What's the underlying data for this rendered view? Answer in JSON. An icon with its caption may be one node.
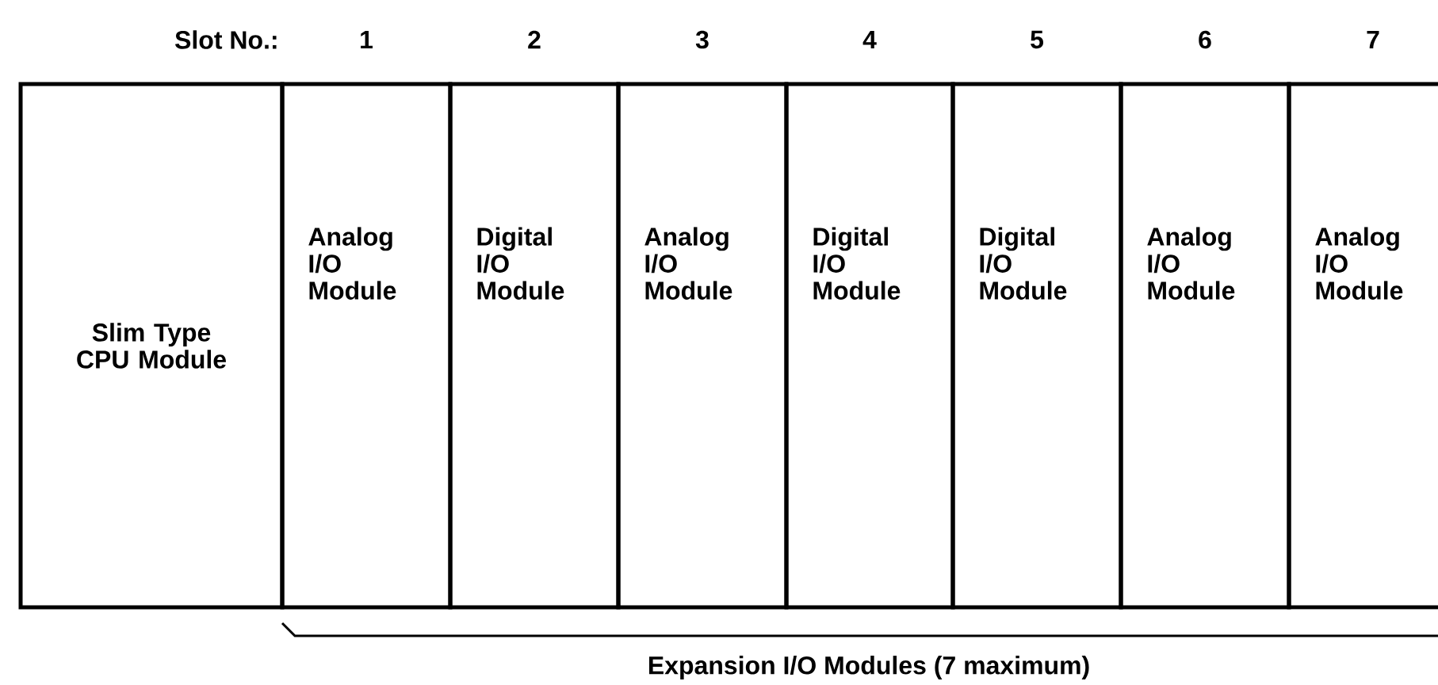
{
  "diagram": {
    "nodes": [
      {
        "text": [
          "Slim Type CPU Module"
        ]
      },
      {
        "text": [
          "Analog I/O Module"
        ]
      },
      {
        "text": [
          "Digital I/O Module"
        ]
      },
      {
        "text": [
          "Analog I/O Module"
        ]
      },
      {
        "text": [
          "Digital I/O Module"
        ]
      },
      {
        "text": [
          "Digital I/O Module"
        ]
      },
      {
        "text": [
          "Analog I/O Module"
        ]
      },
      {
        "text": [
          "Analog I/O Module"
        ]
      }
    ],
    "labels": [
      "Slot No.:",
      "1",
      "2",
      "3",
      "4",
      "5",
      "6",
      "7",
      "Expansion I/O Modules (7 maximum)"
    ]
  }
}
